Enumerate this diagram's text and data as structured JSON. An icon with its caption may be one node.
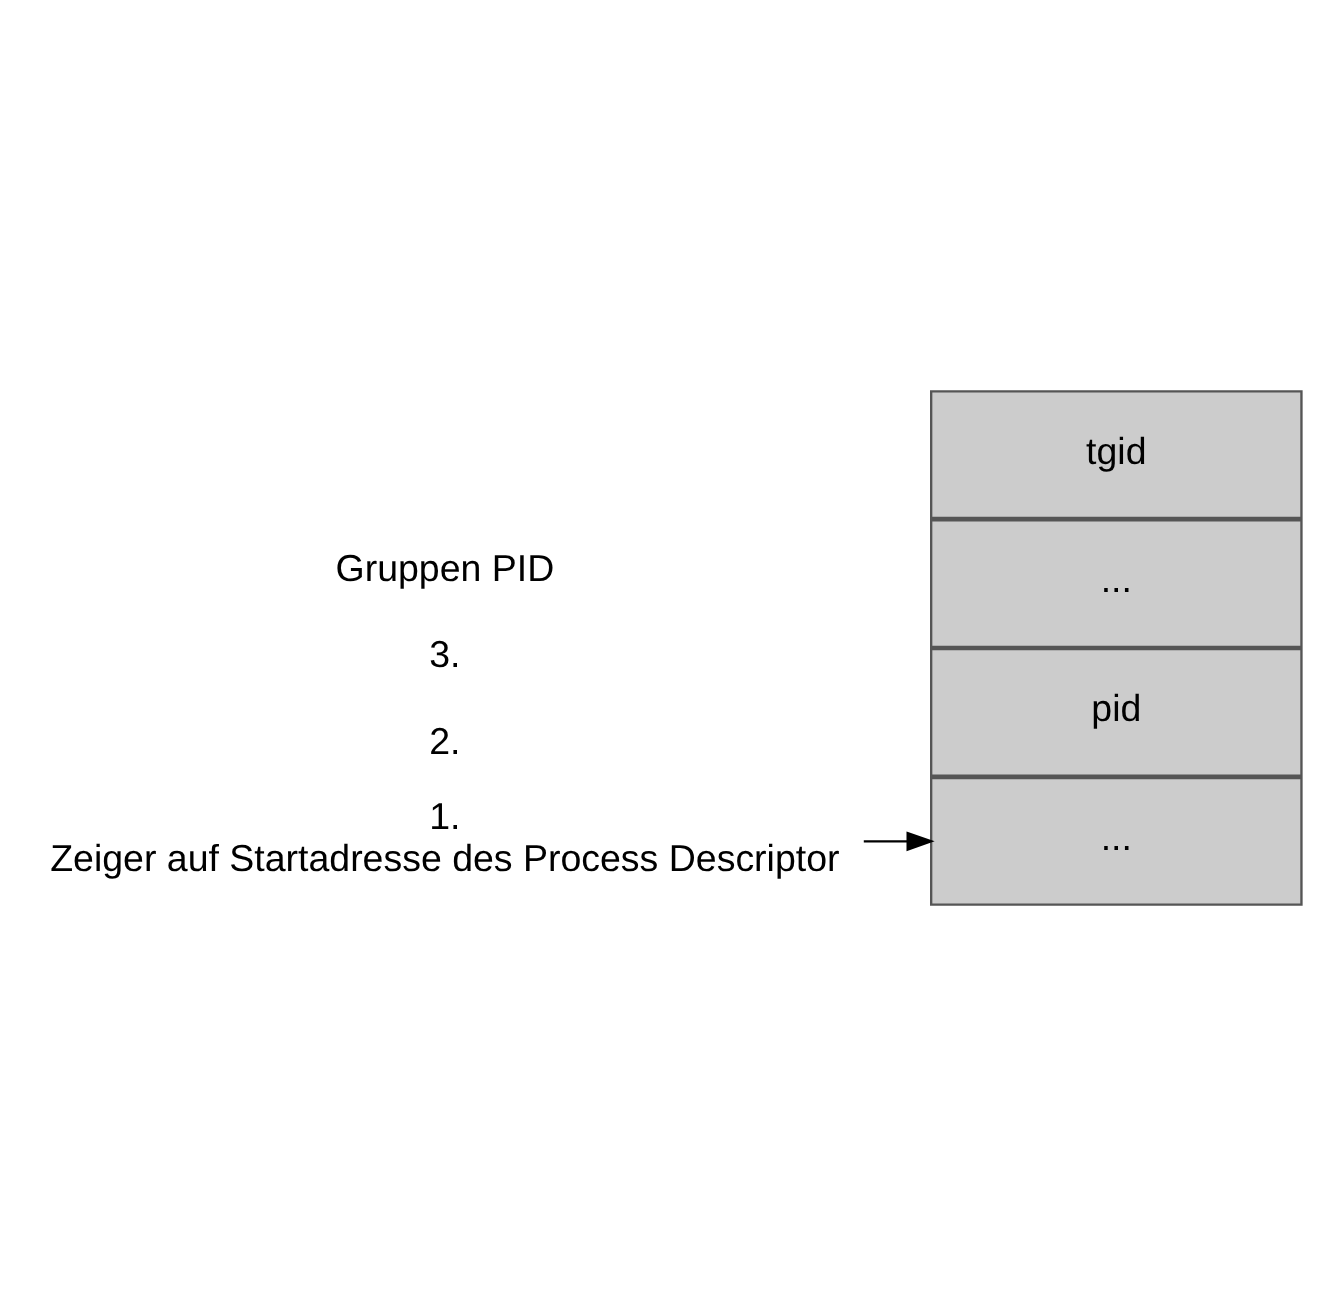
{
  "diagram": {
    "nodes": [
      {
        "text": [
          "1.",
          "Zeiger auf Startadresse des Process Descriptor"
        ]
      },
      {
        "text": [
          "..."
        ]
      },
      {
        "text": [
          "pid"
        ]
      },
      {
        "text": [
          "..."
        ]
      },
      {
        "text": [
          "tgid"
        ]
      }
    ],
    "edges": [
      {
        "from": 0,
        "to": 1,
        "arrow": "to"
      }
    ],
    "labels": [
      "2.",
      "3.",
      "Gruppen PID"
    ]
  }
}
